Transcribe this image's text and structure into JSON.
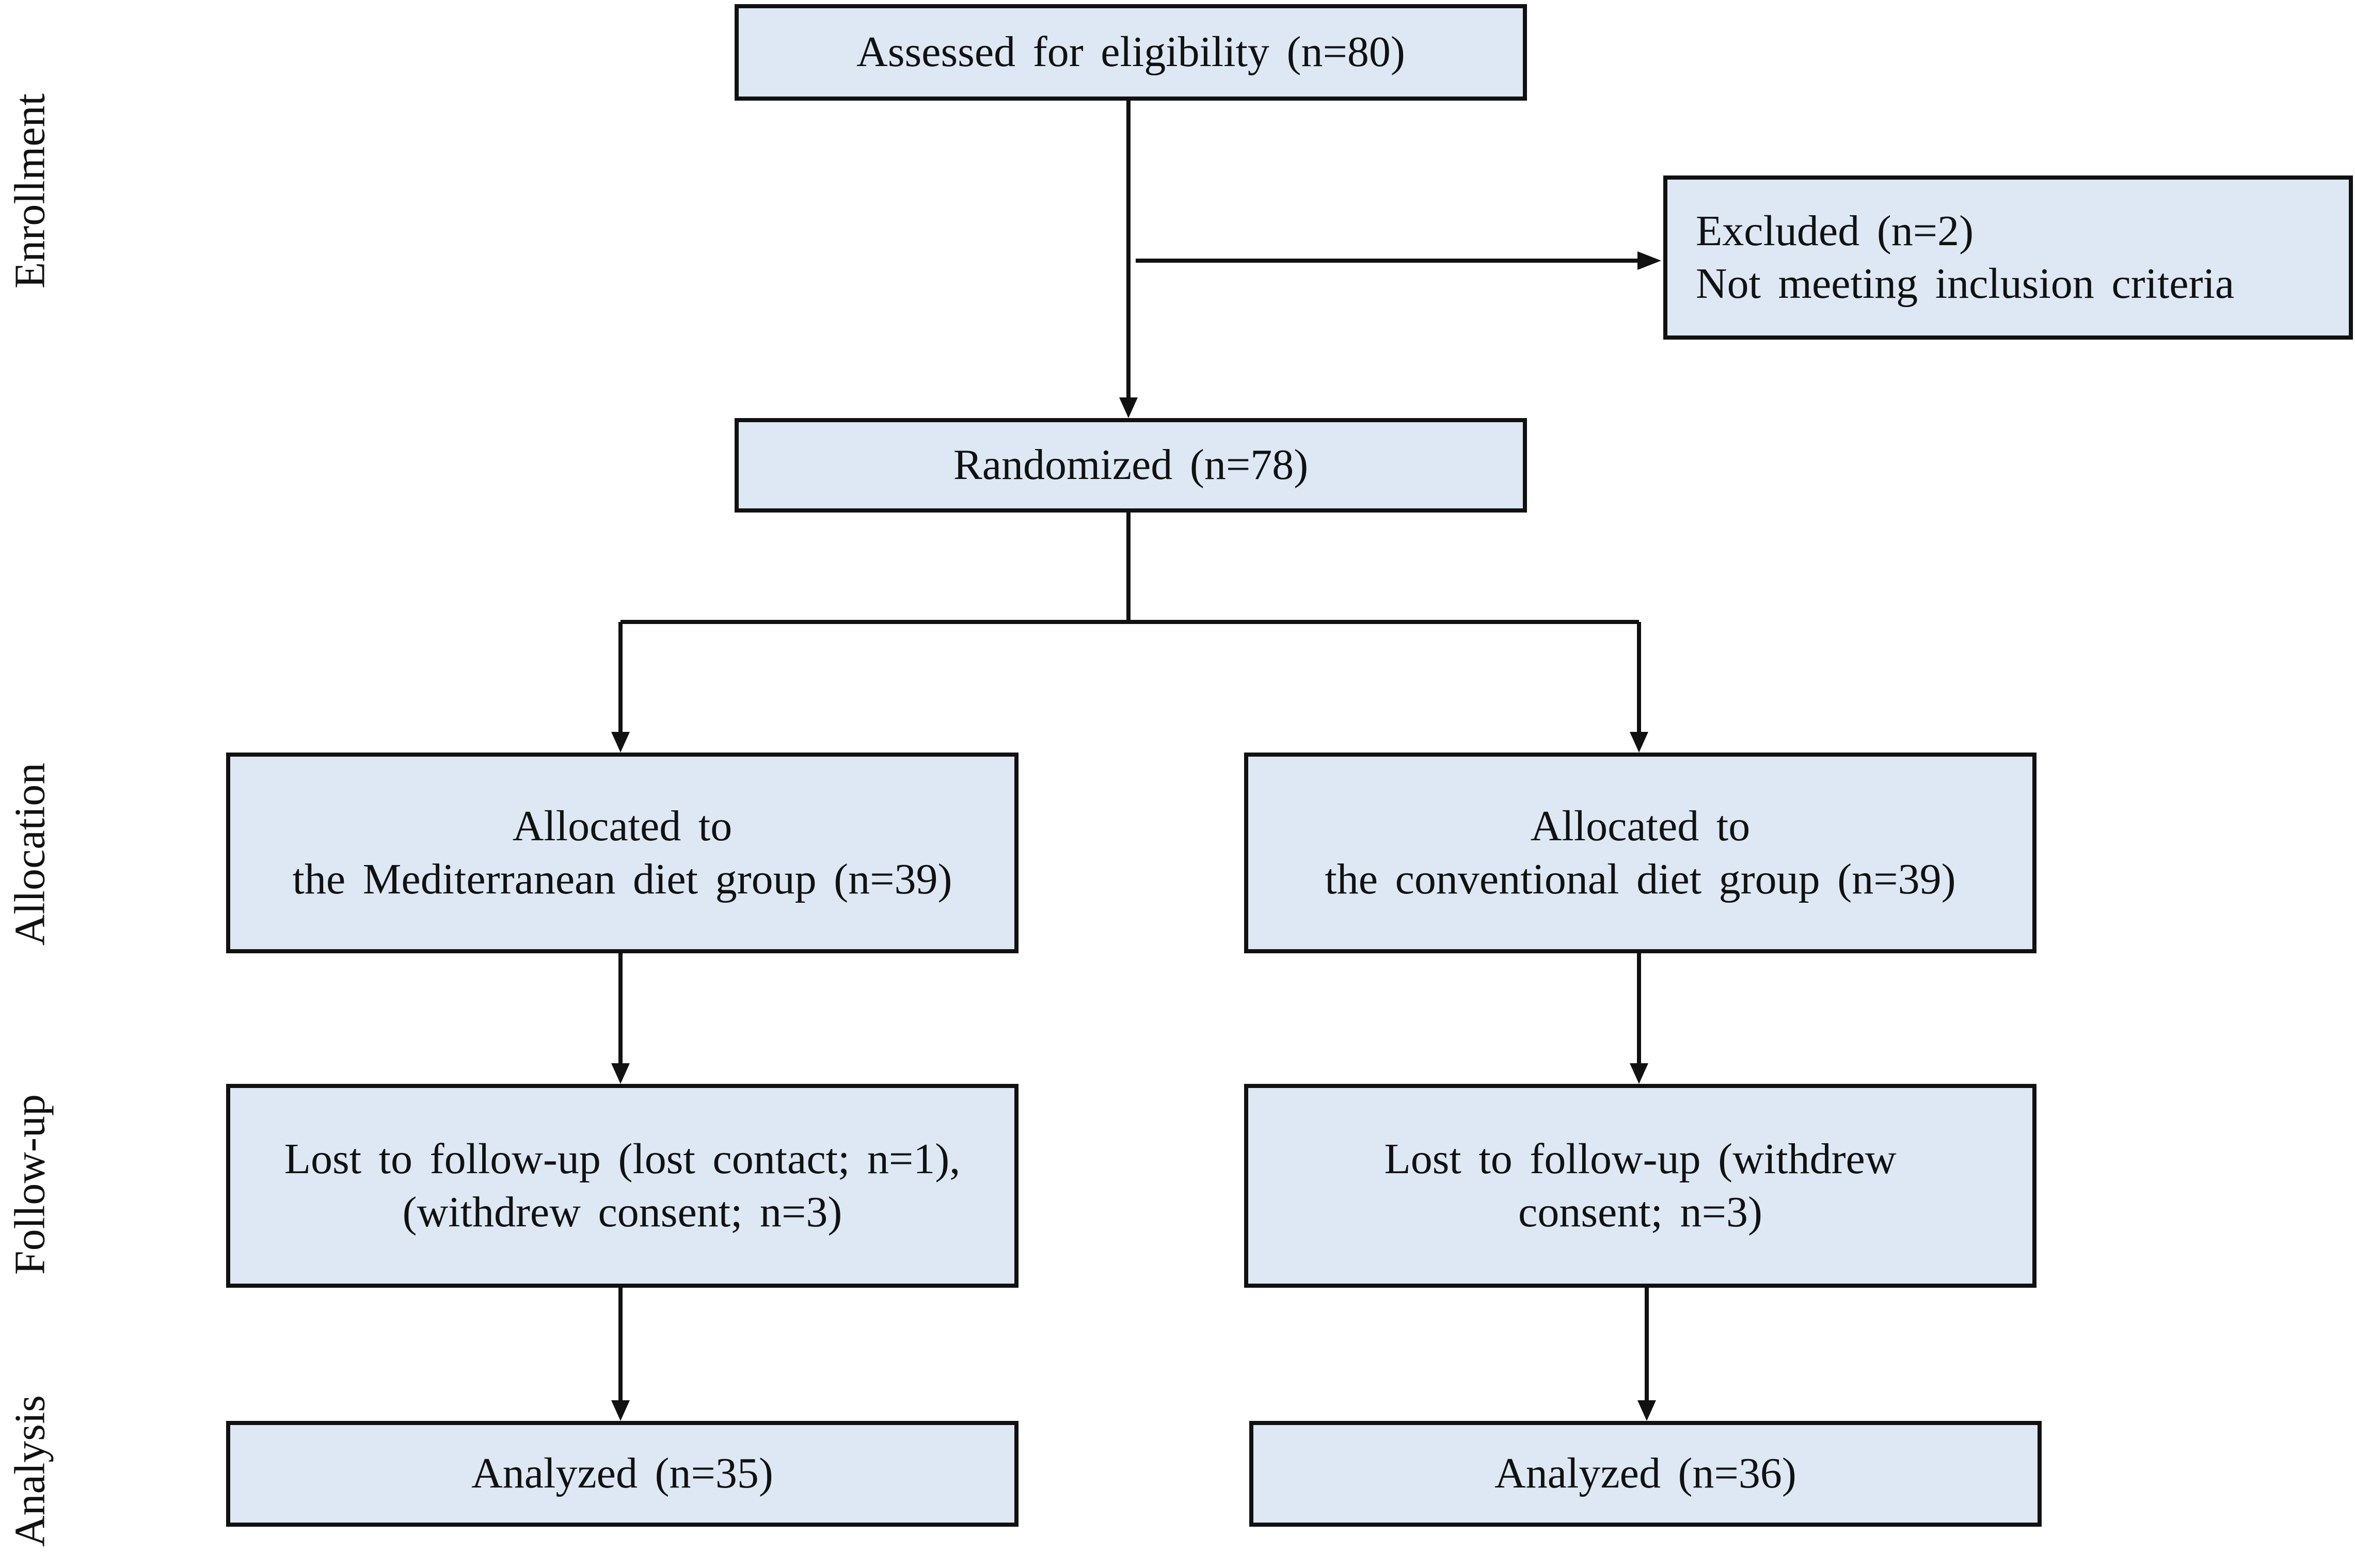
{
  "stages": {
    "enrollment": "Enrollment",
    "allocation": "Allocation",
    "follow_up": "Follow-up",
    "analysis": "Analysis"
  },
  "boxes": {
    "assessed": {
      "line1": "Assessed  for eligibility  (n=80)"
    },
    "excluded": {
      "line1": "Excluded  (n=2)",
      "line2": "Not meeting  inclusion  criteria"
    },
    "randomized": {
      "line1": "Randomized  (n=78)"
    },
    "alloc_med": {
      "line1": "Allocated  to",
      "line2": "the Mediterranean diet group (n=39)"
    },
    "alloc_conv": {
      "line1": "Allocated  to",
      "line2": "the conventional  diet  group  (n=39)"
    },
    "lost_med": {
      "line1": "Lost to follow-up  (lost  contact;  n=1),",
      "line2": "(withdrew  consent;  n=3)"
    },
    "lost_conv": {
      "line1": "Lost to follow-up  (withdrew",
      "line2": "consent;  n=3)"
    },
    "analyzed_med": {
      "line1": "Analyzed  (n=35)"
    },
    "analyzed_conv": {
      "line1": "Analyzed  (n=36)"
    }
  },
  "colors": {
    "box_fill": "#dde8f4",
    "line": "#111111"
  }
}
